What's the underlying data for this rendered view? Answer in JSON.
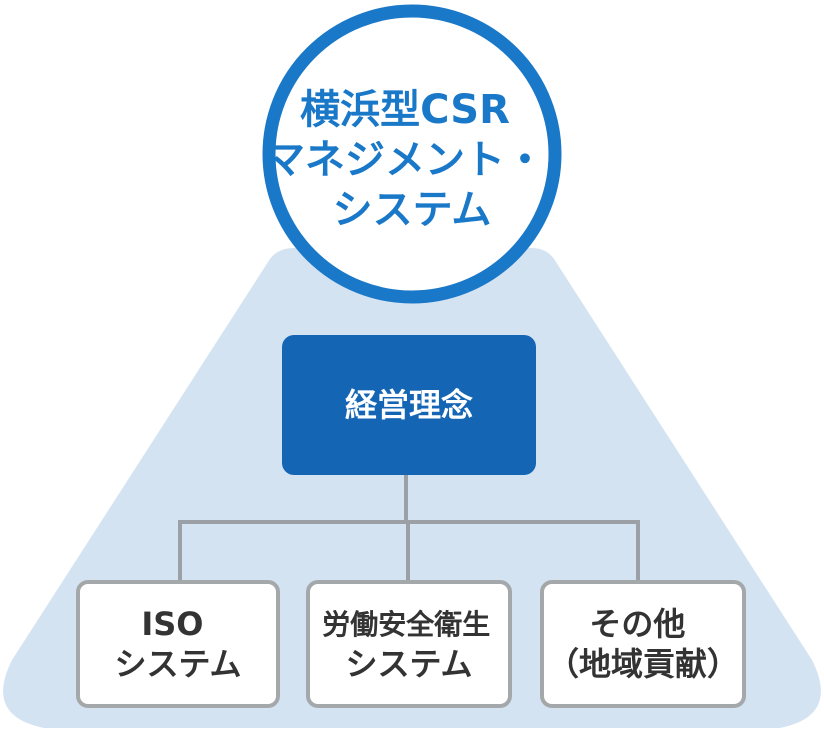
{
  "colors": {
    "triangle_fill": "#d4e3f2",
    "accent_blue": "#1a78c8",
    "dark_blue": "#1565b5",
    "connector": "#9aa0a6",
    "box_border": "#a5a8ab",
    "box_text": "#333333",
    "white": "#ffffff"
  },
  "top_circle": {
    "lines": [
      "横浜型CSR",
      "マネジメント・",
      "システム"
    ]
  },
  "philosophy_box": {
    "label": "経営理念"
  },
  "systems": [
    {
      "lines": [
        "ISO",
        "システム"
      ]
    },
    {
      "lines": [
        "労働安全衛生",
        "システム"
      ]
    },
    {
      "lines": [
        "その他",
        "（地域貢献）"
      ]
    }
  ]
}
